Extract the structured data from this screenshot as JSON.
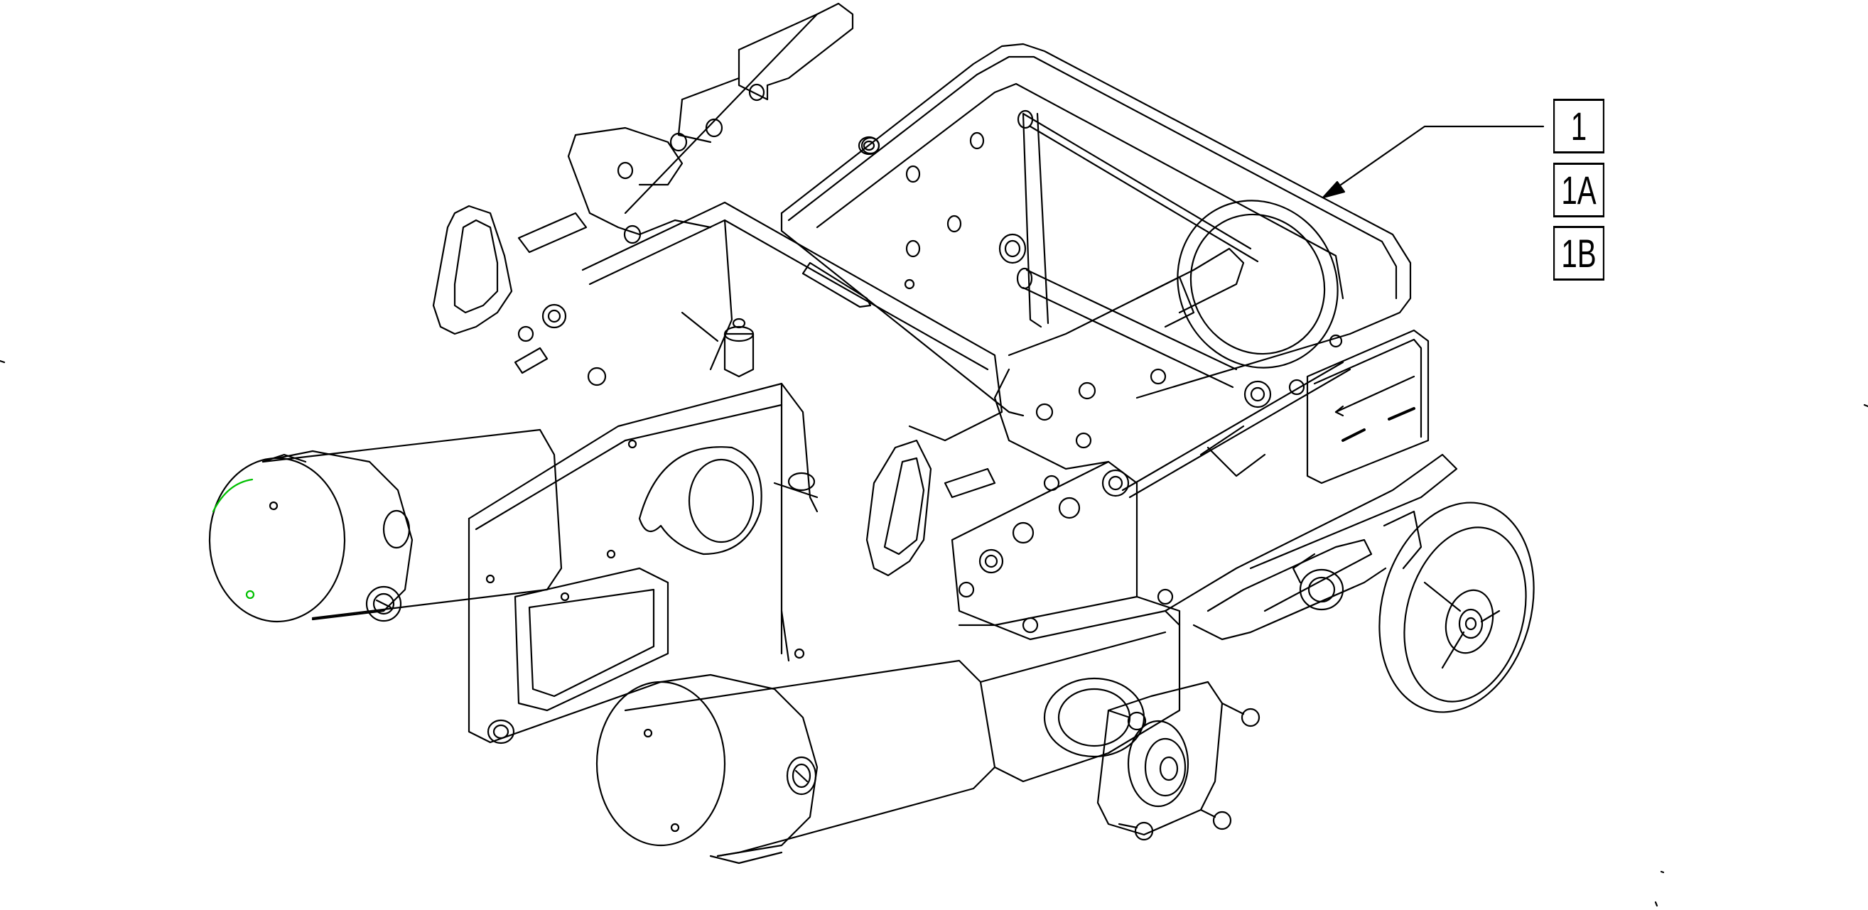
{
  "callouts": [
    {
      "label": "1"
    },
    {
      "label": "1A"
    },
    {
      "label": "1B"
    }
  ],
  "colors": {
    "line": "#000000",
    "background": "#ffffff",
    "highlight": "#00c000"
  }
}
